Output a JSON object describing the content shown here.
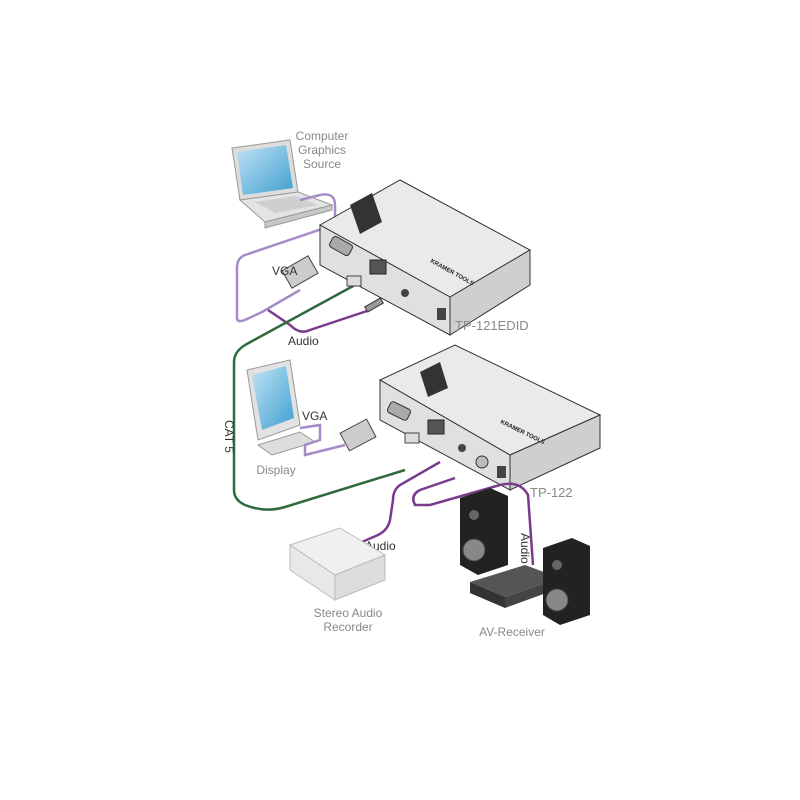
{
  "labels": {
    "computer_line1": "Computer",
    "computer_line2": "Graphics",
    "computer_line3": "Source",
    "vga_top": "VGA",
    "audio_top": "Audio",
    "transmitter": "TP-121EDID",
    "cat5": "CAT 5",
    "vga_bottom": "VGA",
    "display": "Display",
    "receiver_unit": "TP-122",
    "audio_recorder_cable": "Audio",
    "audio_receiver_cable": "Audio",
    "recorder_line1": "Stereo Audio",
    "recorder_line2": "Recorder",
    "av_receiver": "AV-Receiver",
    "brand": "KRAMER TOOLS"
  },
  "colors": {
    "vga_cable": "#a68bc8",
    "audio_cable": "#7a3b8c",
    "cat5_cable": "#2f6a3f",
    "device_body": "#e6e6e6",
    "label_text": "#888888"
  }
}
